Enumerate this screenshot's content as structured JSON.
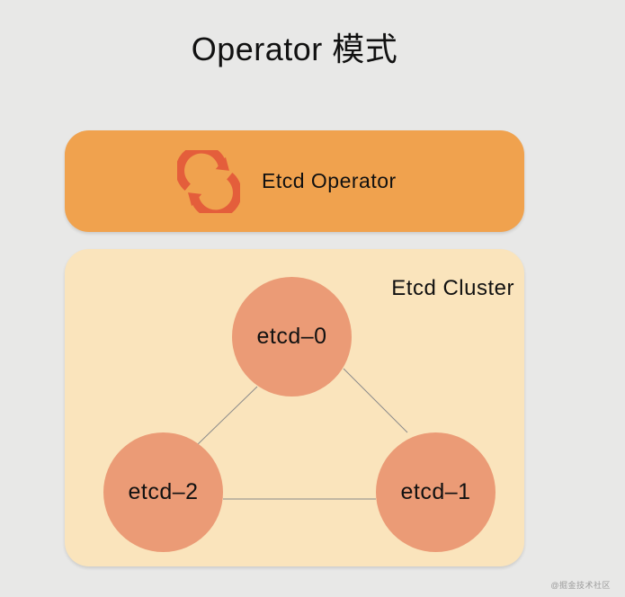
{
  "title": "Operator 模式",
  "colors": {
    "background": "#E8E8E7",
    "operator_box": "#F0A24E",
    "cluster_box": "#FAE4BC",
    "node": "#EB9B76",
    "sync_icon": "#E45E3B",
    "edge": "#8A8A8A",
    "text": "#111111",
    "watermark": "#9B9B9B"
  },
  "operator_box": {
    "label": "Etcd Operator",
    "icon": "sync-icon"
  },
  "cluster_box": {
    "label": "Etcd Cluster",
    "nodes": [
      {
        "label": "etcd–0"
      },
      {
        "label": "etcd–1"
      },
      {
        "label": "etcd–2"
      }
    ]
  },
  "watermark": "@掘金技术社区"
}
